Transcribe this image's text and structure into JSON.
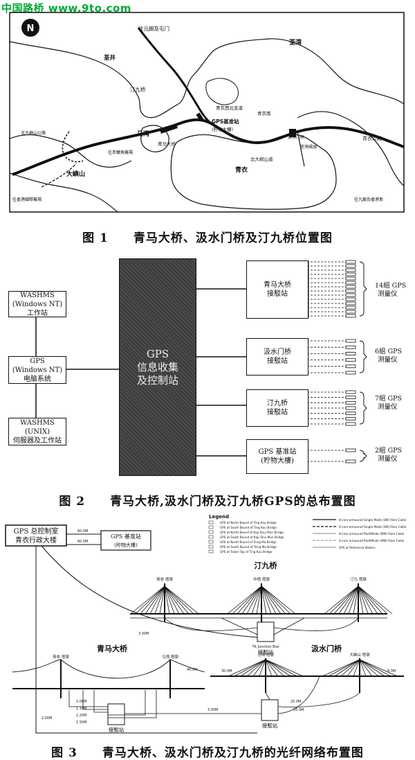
{
  "watermark": "中国路桥 www.9to.com",
  "fig1": {
    "caption": "图 1　　青马大桥、汲水门桥及汀九桥位置图",
    "labels": {
      "north": "N",
      "top_road": "往元朗及屯门",
      "yuen_tsuen": "荃井",
      "tsuen_wan": "荃湾",
      "ting_kau": "汀九桥",
      "admin_building": "青衣西北支道",
      "gps_station": "GPS基准站",
      "gps_station_sub": "(貯物大樓)",
      "tsing_yi_north": "青衣南",
      "ma_wan": "马湾",
      "tsing_ma_label": "青马大桥",
      "kap_shui_mun_label": "汲水门桥",
      "east_label": "北大嶼山道",
      "tsing_yi": "青衣",
      "lantau": "大嶼山",
      "tsing_yi_road": "青衣公路",
      "airport": "往赤鱲角機場",
      "bottom_left": "往香港國際機場",
      "bottom_right": "往九龍及香港島",
      "left_road": "北大嶼山公路",
      "pier": "荃灣碼頭"
    }
  },
  "fig2": {
    "caption": "图 2　　青马大桥,汲水门桥及汀九桥GPS的总布置图",
    "left_boxes": [
      {
        "line1": "WASHMS",
        "line2": "(Windows NT)",
        "line3": "工作站"
      },
      {
        "line1": "GPS",
        "line2": "(Windows NT)",
        "line3": "电脑系统"
      },
      {
        "line1": "WASHMS",
        "line2": "(UNIX)",
        "line3": "伺服器及工作站"
      }
    ],
    "center": {
      "line1": "GPS",
      "line2": "信息收集",
      "line3": "及控制站"
    },
    "right_boxes": [
      {
        "line1": "青马大桥",
        "line2": "接駁站"
      },
      {
        "line1": "汲水门桥",
        "line2": "接駁站"
      },
      {
        "line1": "汀九桥",
        "line2": "接駁站"
      },
      {
        "line1": "GPS 基准站",
        "line2": "(貯物大樓)"
      }
    ],
    "counts": [
      {
        "line1": "14組 GPS",
        "line2": "测量仪"
      },
      {
        "line1": "6組 GPS",
        "line2": "测量仪"
      },
      {
        "line1": "7組 GPS",
        "line2": "测量仪"
      },
      {
        "line1": "2組 GPS",
        "line2": "测量仪"
      }
    ]
  },
  "fig3": {
    "caption": "图 3　　青马大桥、汲水门桥及汀九桥的光纤网络布置图",
    "control_room": {
      "line1": "GPS 总控制室",
      "line2": "青衣行政大楼"
    },
    "base_station": {
      "line1": "GPS 基准站",
      "line2": "(貯物大樓)"
    },
    "legend_title": "Legend",
    "legend_items": [
      "GPS at North Bound of Ting Kau Bridge",
      "GPS at South Bound of Ting Kau Bridge",
      "GPS at North Bound of Kap Shui Mun Bridge",
      "GPS at South Bound of Kap Shui Mun Bridge",
      "GPS at North Bound of Tsing Ma Bridge",
      "GPS at South Bound of Tsing Ma Bridge",
      "GPS at Tower Top of Ting Kau Bridge"
    ],
    "cable_items": [
      "8-core armoured Single Mode (SM) Fibre Cable",
      "4-core armoured Single Mode (SM) Fibre Cable",
      "8-core armoured MultiMode (MM) Fibre Cable",
      "4-core armoured MultiMode (MM) Fibre Cable",
      "GPS at Reference Station"
    ],
    "ting_kau_title": "汀九桥",
    "tsing_ma_title": "青马大桥",
    "kap_shui_mun_title": "汲水门桥",
    "towers_tk": [
      "青衣 塔墩",
      "中塔 塔墩",
      "汀九 塔墩"
    ],
    "towers_tm": [
      "青衣 塔墩",
      "马湾 塔墩"
    ],
    "towers_ksm": [
      "马湾 塔墩",
      "大嶼山 塔墩"
    ],
    "junction_label": "接駁站",
    "junction_box": "TK Junction Box",
    "distances": [
      "60.0M",
      "60.0M",
      "3.00M",
      "2.00M",
      "40.0M",
      "30.0M",
      "1.00M",
      "1.10M",
      "1.20M",
      "1.30M",
      "25.0M",
      "35.0M",
      "8.0M",
      "3.00M"
    ]
  }
}
